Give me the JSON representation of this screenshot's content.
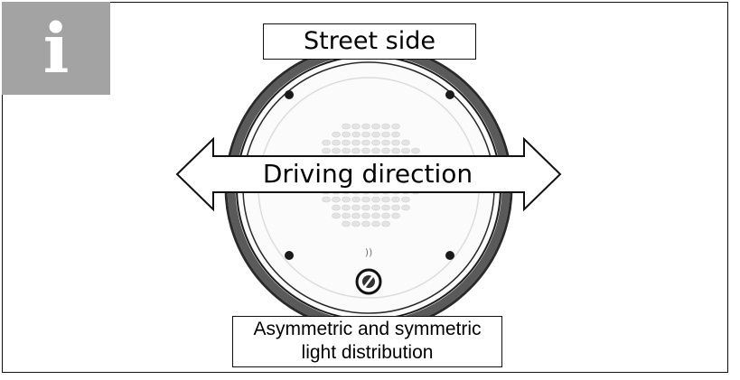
{
  "info_badge": {
    "glyph": "i",
    "background": "#a3a3a3"
  },
  "labels": {
    "street_side": "Street side",
    "driving_direction": "Driving direction",
    "distribution_line1": "Asymmetric and symmetric",
    "distribution_line2": "light distribution"
  }
}
